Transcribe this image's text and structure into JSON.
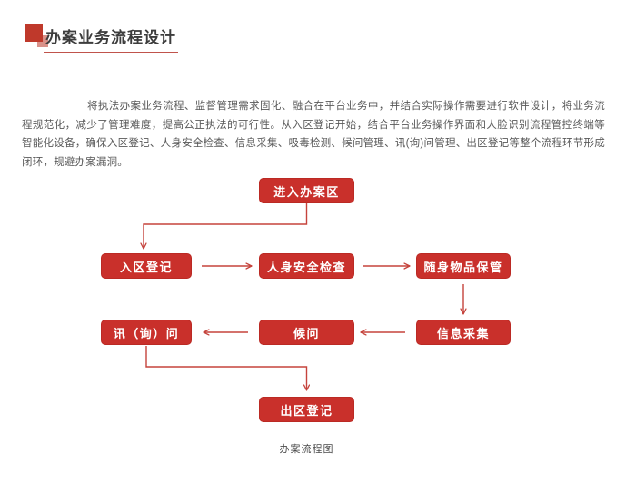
{
  "header": {
    "title": "办案业务流程设计"
  },
  "paragraph": "将执法办案业务流程、监督管理需求固化、融合在平台业务中，并结合实际操作需要进行软件设计，将业务流程规范化，减少了管理难度，提高公正执法的可行性。从入区登记开始，结合平台业务操作界面和人脸识别流程管控终端等智能化设备，确保入区登记、人身安全检查、信息采集、吸毒检测、候问管理、讯(询)问管理、出区登记等整个流程环节形成闭环，规避办案漏洞。",
  "flowchart": {
    "nodes": [
      {
        "id": "enter-area",
        "label": "进入办案区"
      },
      {
        "id": "register-in",
        "label": "入区登记"
      },
      {
        "id": "safety-check",
        "label": "人身安全检查"
      },
      {
        "id": "belongings-keep",
        "label": "随身物品保管"
      },
      {
        "id": "info-collect",
        "label": "信息采集"
      },
      {
        "id": "waiting",
        "label": "候问"
      },
      {
        "id": "interrogation",
        "label": "讯（询）问"
      },
      {
        "id": "register-out",
        "label": "出区登记"
      }
    ],
    "flow_order": "进入办案区 → 入区登记 → 人身安全检查 → 随身物品保管 → 信息采集 → 候问 → 讯（询）问 → 出区登记",
    "caption": "办案流程图"
  },
  "icons": {
    "title_accent": "double-square-icon"
  },
  "colors": {
    "node_fill": "#c9302b",
    "node_border": "#bb2a24",
    "node_text": "#ffffff",
    "arrow": "#c5433c",
    "title_text": "#3d3d3d",
    "title_underline": "#c0544c",
    "accent_square_dark": "#bf392b",
    "accent_square_light": "#d99189",
    "body_text": "#595959",
    "background": "#ffffff"
  }
}
